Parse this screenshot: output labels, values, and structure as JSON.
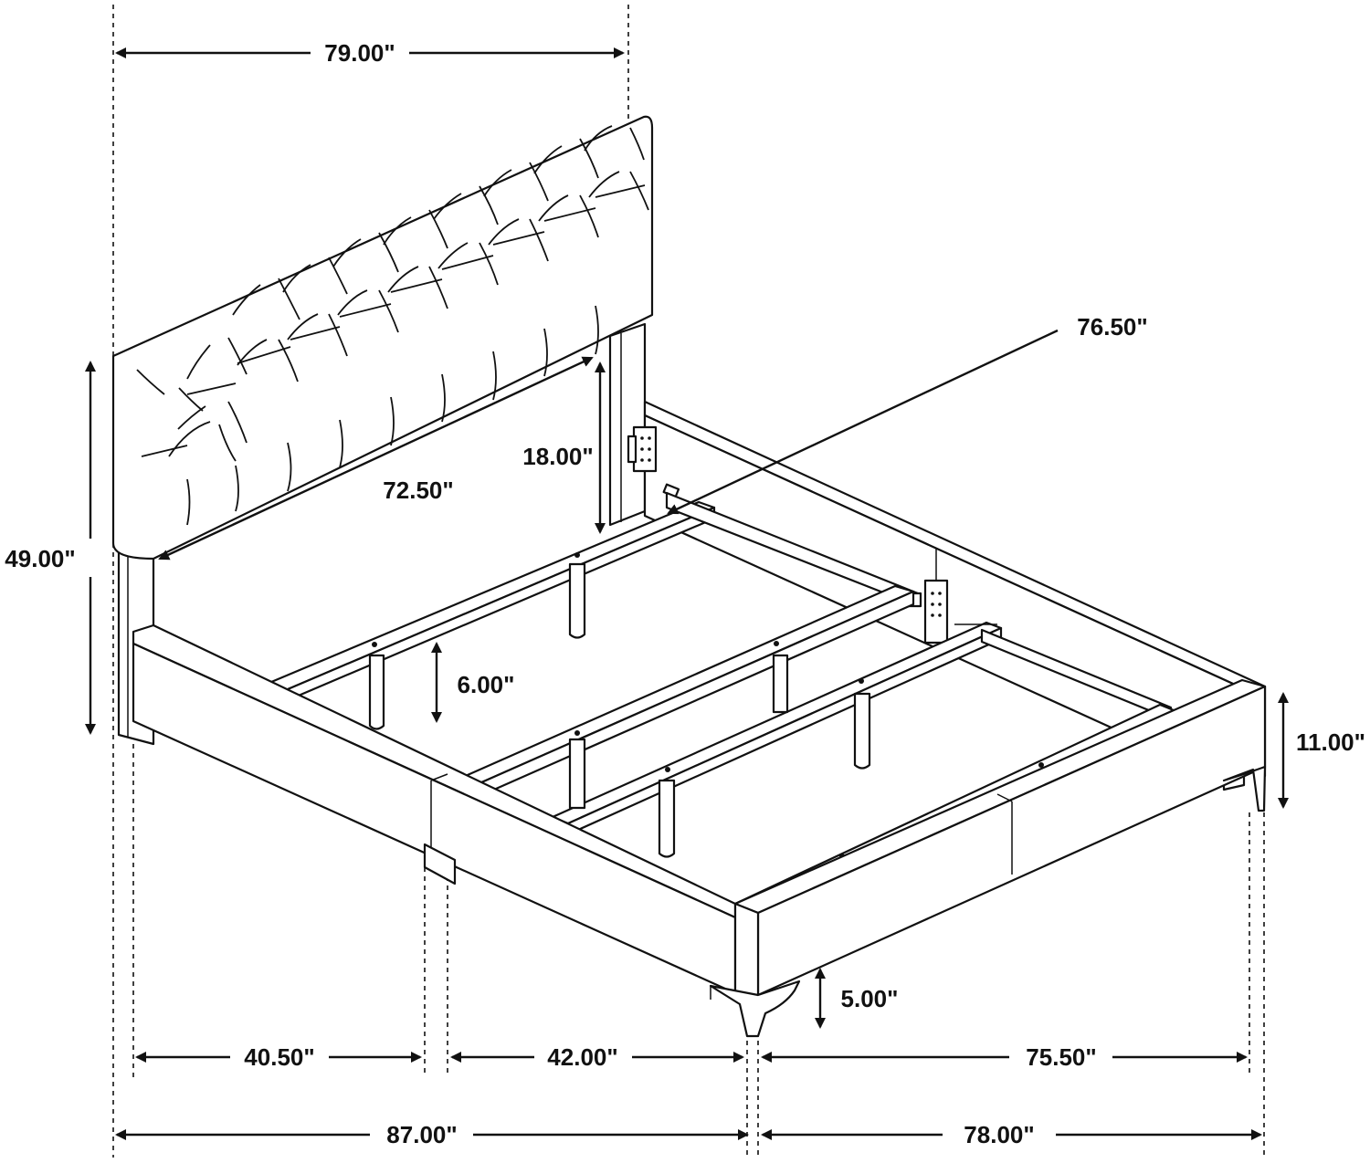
{
  "diagram": {
    "line_color": "#111111",
    "background_color": "#ffffff",
    "dimensions": {
      "headboard_width": "79.00\"",
      "headboard_height": "49.00\"",
      "headboard_inner_width": "72.50\"",
      "headboard_clearance": "18.00\"",
      "inner_length": "76.50\"",
      "center_leg_height": "6.00\"",
      "rail_height": "11.00\"",
      "floor_clearance": "5.00\"",
      "side_segment_a": "40.50\"",
      "side_segment_b": "42.00\"",
      "front_inner_width": "75.50\"",
      "overall_length": "87.00\"",
      "overall_width": "78.00\""
    }
  }
}
